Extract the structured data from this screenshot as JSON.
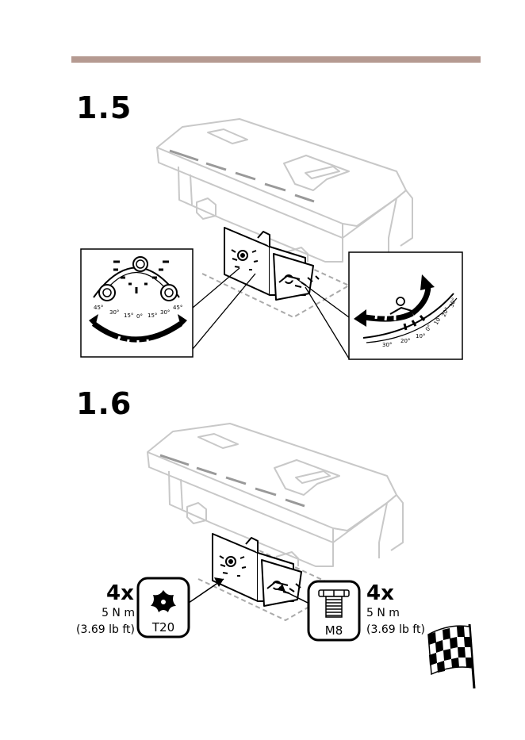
{
  "steps": {
    "s1": "1.5",
    "s2": "1.6"
  },
  "zoom_left": {
    "scale_labels": [
      "45°",
      "30°",
      "15°",
      "0°",
      "15°",
      "30°",
      "45°"
    ]
  },
  "zoom_right": {
    "scale_labels": [
      "30°",
      "20°",
      "10°",
      "0°",
      "10°",
      "20°",
      "30°"
    ]
  },
  "tools": {
    "left": {
      "qty": "4x",
      "torque_nm": "5 N m",
      "torque_lbft": "(3.69 lb ft)",
      "label": "T20"
    },
    "right": {
      "qty": "4x",
      "torque_nm": "5 N m",
      "torque_lbft": "(3.69 lb ft)",
      "label": "M8"
    }
  },
  "colors": {
    "rule": "#b59a91",
    "housing_stroke": "#c8c8c8",
    "ink": "#000000"
  },
  "icons": [
    "torx-bit-icon",
    "hex-bolt-icon",
    "checkered-flag-icon",
    "rotate-arrow-icon"
  ]
}
